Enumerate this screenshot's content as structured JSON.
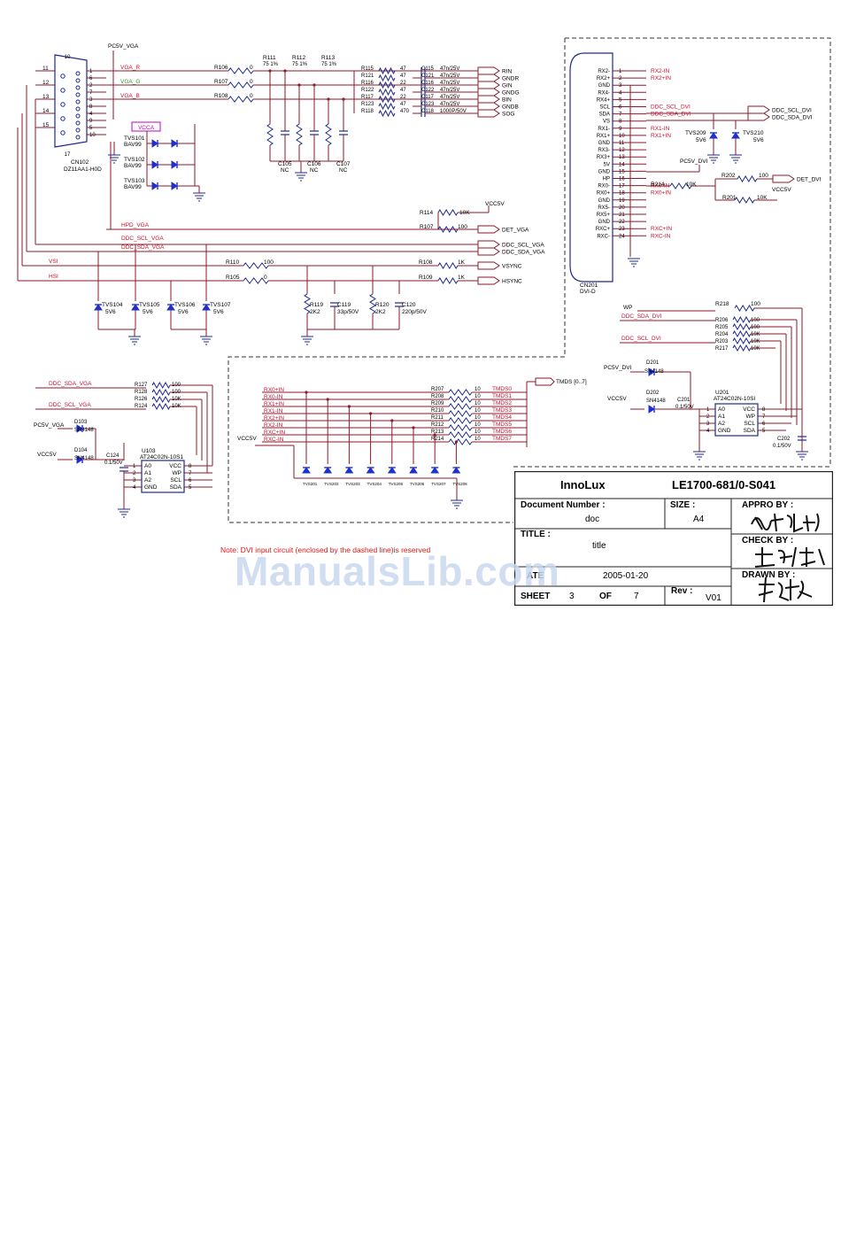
{
  "colors": {
    "wire": "#8b1a2a",
    "net": "#c8102e",
    "part": "#1e2a8a",
    "diode": "#1f2fd0",
    "label": "#000000",
    "green": "#2e9a2e",
    "magenta": "#c000c0",
    "note": "#e01818",
    "watermark": "#c9d8ef"
  },
  "title_block": {
    "company": "InnoLux",
    "model": "LE1700-681/0-S041",
    "doc_number_label": "Document Number :",
    "doc_number": "doc",
    "size_label": "SIZE :",
    "size": "A4",
    "title_label": "TITLE :",
    "title": "title",
    "date_label": "ATE",
    "date": "2005-01-20",
    "sheet_label": "SHEET",
    "sheet": "3",
    "of_label": "OF",
    "of": "7",
    "rev_label": "Rev :",
    "rev": "V01",
    "appro_label": "APPRO BY :",
    "check_label": "CHECK BY :",
    "drawn_label": "DRAWN BY :"
  },
  "note": "Note: DVI input circuit (enclosed by the dashed line)is reserved",
  "watermark": "ManualsLib.com",
  "vga": {
    "connector": "CN102",
    "connector_part": "DZ11AA1-H0D",
    "pins_left": [
      "11",
      "12",
      "13",
      "14",
      "15"
    ],
    "pins_right": [
      "1",
      "6",
      "2",
      "7",
      "3",
      "8",
      "4",
      "9",
      "5",
      "10"
    ],
    "pin_top": "10",
    "pin_bottom": "17",
    "nets_rgb": [
      {
        "name": "VGA_R",
        "res": "R106",
        "val": "0"
      },
      {
        "name": "VGA_G",
        "res": "R107",
        "val": "0"
      },
      {
        "name": "VGA_B",
        "res": "R108",
        "val": "0"
      }
    ],
    "terminations": [
      {
        "ref": "R111",
        "val": "75 1%"
      },
      {
        "ref": "R112",
        "val": "75 1%"
      },
      {
        "ref": "R113",
        "val": "75 1%"
      }
    ],
    "caps_nc": [
      {
        "ref": "C105",
        "val": "NC"
      },
      {
        "ref": "C106",
        "val": "NC"
      },
      {
        "ref": "C107",
        "val": "NC"
      }
    ],
    "series": [
      {
        "r": "R115",
        "rv": "47",
        "c": "C115",
        "cv": "47n/25V",
        "out": "RIN"
      },
      {
        "r": "R121",
        "rv": "47",
        "c": "C121",
        "cv": "47n/25V",
        "out": "GNDR"
      },
      {
        "r": "R116",
        "rv": "22",
        "c": "C116",
        "cv": "47n/25V",
        "out": "GIN"
      },
      {
        "r": "R122",
        "rv": "47",
        "c": "C122",
        "cv": "47n/25V",
        "out": "GNDG"
      },
      {
        "r": "R117",
        "rv": "22",
        "c": "C117",
        "cv": "47n/25V",
        "out": "BIN"
      },
      {
        "r": "R123",
        "rv": "47",
        "c": "C123",
        "cv": "47n/25V",
        "out": "GNDB"
      },
      {
        "r": "R118",
        "rv": "470",
        "c": "C118",
        "cv": "1000P/50V",
        "out": "SOG"
      }
    ],
    "tvs": [
      {
        "ref": "TVS101",
        "val": "BAV99"
      },
      {
        "ref": "TVS102",
        "val": "BAV99"
      },
      {
        "ref": "TVS103",
        "val": "BAV99"
      }
    ],
    "vcca": "VCCA",
    "pc5v": "PC5V_VGA",
    "hpd": "HPD_VGA",
    "det": "DET_VGA",
    "r114": {
      "ref": "R114",
      "val": "10K"
    },
    "r107b": {
      "ref": "R107",
      "val": "100"
    },
    "vcc5v": "VCC5V",
    "ddc_scl": "DDC_SCL_VGA",
    "ddc_sda": "DDC_SDA_VGA",
    "vsync_in": "VSI",
    "hsync_in": "HSI",
    "vsync": "VSYNC",
    "hsync": "HSYNC",
    "r110": {
      "ref": "R110",
      "val": "100"
    },
    "r105": {
      "ref": "R105",
      "val": "0"
    },
    "r108": {
      "ref": "R108",
      "val": "1K"
    },
    "r109": {
      "ref": "R109",
      "val": "1K"
    },
    "tvs_low": [
      {
        "ref": "TVS104",
        "val": "5V6"
      },
      {
        "ref": "TVS105",
        "val": "5V6"
      },
      {
        "ref": "TVS106",
        "val": "5V6"
      },
      {
        "ref": "TVS107",
        "val": "5V6"
      }
    ],
    "filters": [
      {
        "ref": "R119",
        "val": "2K2"
      },
      {
        "ref": "C119",
        "val": "33p/50V"
      },
      {
        "ref": "R120",
        "val": "2K2"
      },
      {
        "ref": "C120",
        "val": "220p/50V"
      }
    ]
  },
  "eeprom_vga": {
    "sda": "DDC_SDA_VGA",
    "scl": "DDC_SCL_VGA",
    "res": [
      {
        "ref": "R127",
        "val": "100"
      },
      {
        "ref": "R128",
        "val": "100"
      },
      {
        "ref": "R126",
        "val": "10K"
      },
      {
        "ref": "R124",
        "val": "10K"
      }
    ],
    "d103": {
      "ref": "D103",
      "val": "SN4148"
    },
    "d104": {
      "ref": "D104",
      "val": "SN4148"
    },
    "pc5v": "PC5V_VGA",
    "vcc5v": "VCC5V",
    "cap": {
      "ref": "C124",
      "val": "0.1/50V"
    },
    "ic": {
      "ref": "U103",
      "part": "AT24C02N-10S1",
      "pins_l": [
        "A0",
        "A1",
        "A2",
        "GND"
      ],
      "pins_r": [
        "VCC",
        "WP",
        "SCL",
        "SDA"
      ],
      "nums_l": [
        "1",
        "2",
        "3",
        "4"
      ],
      "nums_r": [
        "8",
        "7",
        "6",
        "5"
      ]
    }
  },
  "dvi": {
    "connector": "CN201",
    "connector_part": "DVI-D",
    "pins": [
      {
        "n": "1",
        "sig": "RX2-",
        "net": "RX2-IN"
      },
      {
        "n": "2",
        "sig": "RX2+",
        "net": "RX2+IN"
      },
      {
        "n": "3",
        "sig": "GND",
        "net": ""
      },
      {
        "n": "4",
        "sig": "RX4-",
        "net": ""
      },
      {
        "n": "5",
        "sig": "RX4+",
        "net": ""
      },
      {
        "n": "6",
        "sig": "SCL",
        "net": "DDC_SCL_DVI"
      },
      {
        "n": "7",
        "sig": "SDA",
        "net": "DDC_SDA_DVI"
      },
      {
        "n": "8",
        "sig": "VS",
        "net": ""
      },
      {
        "n": "9",
        "sig": "RX1-",
        "net": "RX1-IN"
      },
      {
        "n": "10",
        "sig": "RX1+",
        "net": "RX1+IN"
      },
      {
        "n": "11",
        "sig": "GND",
        "net": ""
      },
      {
        "n": "12",
        "sig": "RX3-",
        "net": ""
      },
      {
        "n": "13",
        "sig": "RX3+",
        "net": ""
      },
      {
        "n": "14",
        "sig": "5V",
        "net": ""
      },
      {
        "n": "15",
        "sig": "GND",
        "net": ""
      },
      {
        "n": "16",
        "sig": "HP",
        "net": ""
      },
      {
        "n": "17",
        "sig": "RX0-",
        "net": "RX0-IN"
      },
      {
        "n": "18",
        "sig": "RX0+",
        "net": "RX0+IN"
      },
      {
        "n": "19",
        "sig": "GND",
        "net": ""
      },
      {
        "n": "20",
        "sig": "RX5-",
        "net": ""
      },
      {
        "n": "21",
        "sig": "RX5+",
        "net": ""
      },
      {
        "n": "22",
        "sig": "GND",
        "net": ""
      },
      {
        "n": "23",
        "sig": "RXC+",
        "net": "RXC+IN"
      },
      {
        "n": "24",
        "sig": "RXC-",
        "net": "RXC-IN"
      }
    ],
    "out_scl": "DDC_SCL_DVI",
    "out_sda": "DDC_SDA_DVI",
    "tvs": [
      {
        "ref": "TVS209",
        "val": "5V6"
      },
      {
        "ref": "TVS210",
        "val": "5V6"
      }
    ],
    "pc5v": "PC5V_DVI",
    "r214": {
      "ref": "R214",
      "val": "10K"
    },
    "r202": {
      "ref": "R202",
      "val": "100"
    },
    "r201": {
      "ref": "R201",
      "val": "10K"
    },
    "det": "DET_DVI",
    "vcc5v": "VCC5V"
  },
  "eeprom_dvi": {
    "wp": "WP",
    "sda": "DDC_SDA_DVI",
    "scl": "DDC_SCL_DVI",
    "r218": {
      "ref": "R218",
      "val": "100"
    },
    "res": [
      {
        "ref": "R206",
        "val": "100"
      },
      {
        "ref": "R205",
        "val": "100"
      },
      {
        "ref": "R204",
        "val": "10K"
      },
      {
        "ref": "R203",
        "val": "10K"
      },
      {
        "ref": "R217",
        "val": "10K"
      }
    ],
    "pc5v": "PC5V_DVI",
    "vcc5v": "VCC5V",
    "d201": {
      "ref": "D201",
      "val": "SN4148"
    },
    "d202": {
      "ref": "D202",
      "val": "SN4148"
    },
    "c201": {
      "ref": "C201",
      "val": "0.1/50V"
    },
    "c202": {
      "ref": "C202",
      "val": "0.1/50V"
    },
    "ic": {
      "ref": "U201",
      "part": "AT24C02N-10SI",
      "pins_l": [
        "A0",
        "A1",
        "A2",
        "GND"
      ],
      "pins_r": [
        "VCC",
        "WP",
        "SCL",
        "SDA"
      ],
      "nums_l": [
        "1",
        "2",
        "3",
        "4"
      ],
      "nums_r": [
        "8",
        "7",
        "6",
        "5"
      ]
    }
  },
  "tmds": {
    "bus": "TMDS [0..7]",
    "vcc": "VCC5V",
    "nets": [
      {
        "in": "RX0+IN",
        "r": "R207",
        "v": "10",
        "out": "TMDS0"
      },
      {
        "in": "RX0-IN",
        "r": "R208",
        "v": "10",
        "out": "TMDS1"
      },
      {
        "in": "RX1+IN",
        "r": "R209",
        "v": "10",
        "out": "TMDS2"
      },
      {
        "in": "RX1-IN",
        "r": "R210",
        "v": "10",
        "out": "TMDS3"
      },
      {
        "in": "RX2+IN",
        "r": "R211",
        "v": "10",
        "out": "TMDS4"
      },
      {
        "in": "RX2-IN",
        "r": "R212",
        "v": "10",
        "out": "TMDS5"
      },
      {
        "in": "RXC+IN",
        "r": "R213",
        "v": "10",
        "out": "TMDS6"
      },
      {
        "in": "RXC-IN",
        "r": "R214",
        "v": "10",
        "out": "TMDS7"
      }
    ],
    "diodes": [
      "TVS201",
      "TVS202",
      "TVS203",
      "TVS204",
      "TVS205",
      "TVS206",
      "TVS207",
      "TVS208"
    ]
  }
}
